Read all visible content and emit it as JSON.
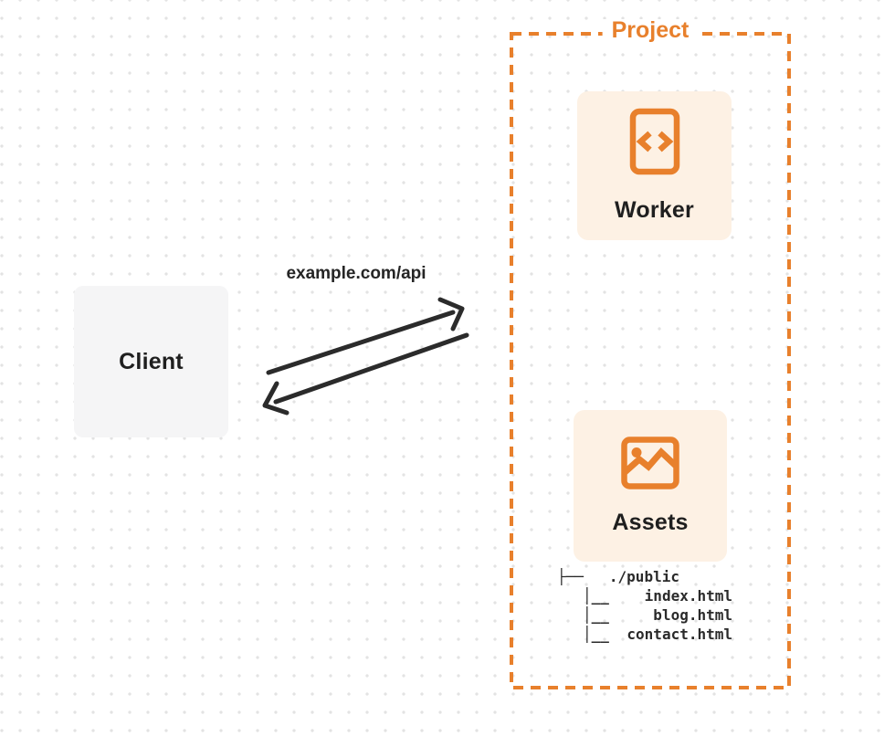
{
  "colors": {
    "accent_orange": "#e8802c",
    "card_background": "#fdf1e4",
    "client_background": "#f5f5f6",
    "arrow_dark": "#2b2b2b",
    "dot_grid": "#e3e3e3",
    "text_dark": "#1f1f1f"
  },
  "client": {
    "label": "Client"
  },
  "request": {
    "label": "example.com/api"
  },
  "project": {
    "label": "Project",
    "worker": {
      "label": "Worker",
      "icon": "code-document-icon"
    },
    "assets": {
      "label": "Assets",
      "icon": "image-icon"
    },
    "file_tree": {
      "root_prefix": "├──",
      "root": "./public",
      "child_prefix": "│__",
      "files": [
        "index.html",
        "blog.html",
        "contact.html"
      ]
    }
  }
}
